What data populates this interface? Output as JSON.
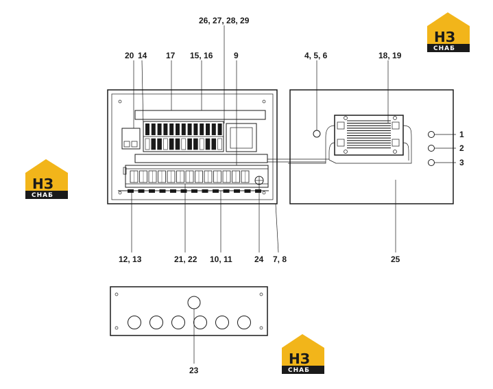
{
  "labels": {
    "l_26_29": "26, 27, 28, 29",
    "l_20": "20",
    "l_14": "14",
    "l_17": "17",
    "l_15_16": "15, 16",
    "l_9": "9",
    "l_4_6": "4, 5, 6",
    "l_18_19": "18, 19",
    "l_1": "1",
    "l_2": "2",
    "l_3": "3",
    "l_12_13": "12, 13",
    "l_21_22": "21, 22",
    "l_10_11": "10, 11",
    "l_24": "24",
    "l_7_8": "7, 8",
    "l_25": "25",
    "l_23": "23"
  },
  "logo": {
    "top_text": "НЗ",
    "bottom_text": "СНАБ",
    "colors": {
      "house": "#f2b51a",
      "band": "#1a1a1a",
      "text_light": "#ffffff"
    }
  },
  "colors": {
    "line": "#1a1a1a",
    "background": "#ffffff"
  }
}
